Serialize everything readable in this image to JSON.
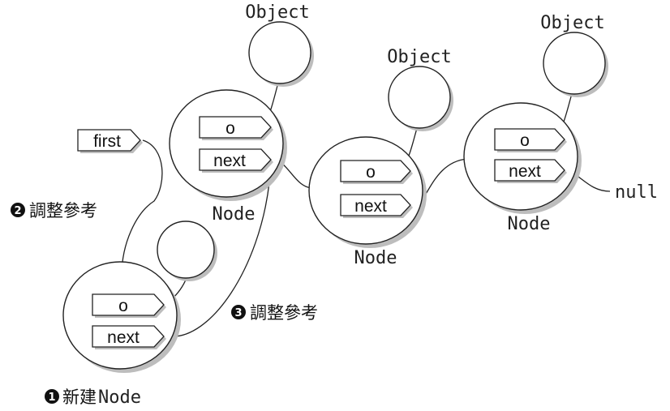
{
  "labels": {
    "object": "Object",
    "node": "Node",
    "null": "null",
    "first": "first",
    "o": "o",
    "next": "next"
  },
  "steps": {
    "step1": {
      "number": "1",
      "text": "新建",
      "suffix": "Node"
    },
    "step2": {
      "number": "2",
      "text": "調整參考"
    },
    "step3": {
      "number": "3",
      "text": "調整參考"
    }
  },
  "colors": {
    "stroke": "#222222",
    "shadow": "#bdbdbd",
    "fill": "#ffffff"
  }
}
